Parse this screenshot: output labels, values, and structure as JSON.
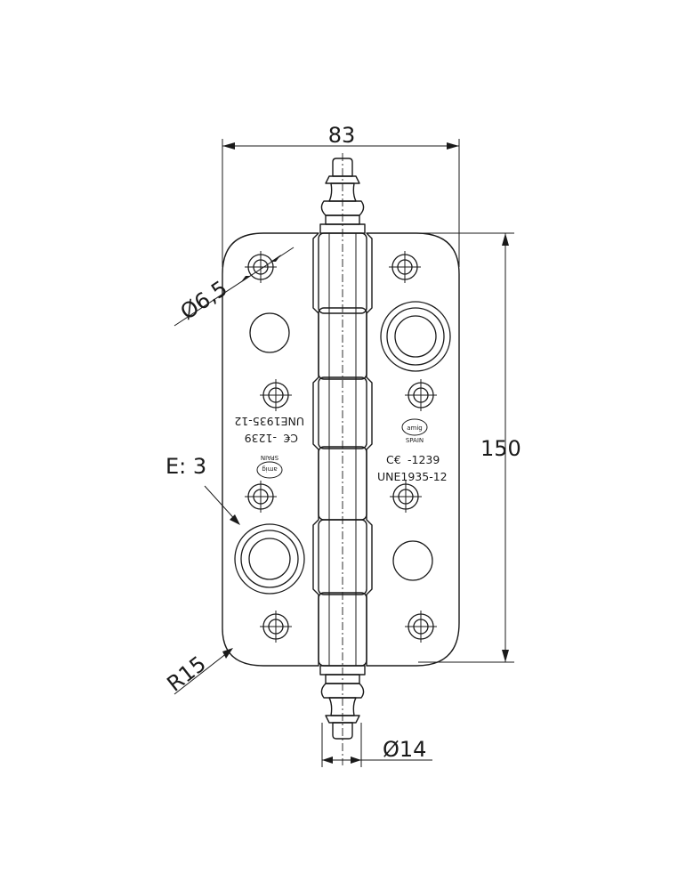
{
  "dimensions": {
    "width": "83",
    "height": "150",
    "hole_diameter": "Ø6,5",
    "thickness": "E: 3",
    "radius": "R15",
    "knuckle_diameter": "Ø14"
  },
  "markings": {
    "standard": "UNE1935-12",
    "ce": "C€",
    "ce_number": "-1239",
    "origin": "SPAIN",
    "brand": "amig"
  }
}
